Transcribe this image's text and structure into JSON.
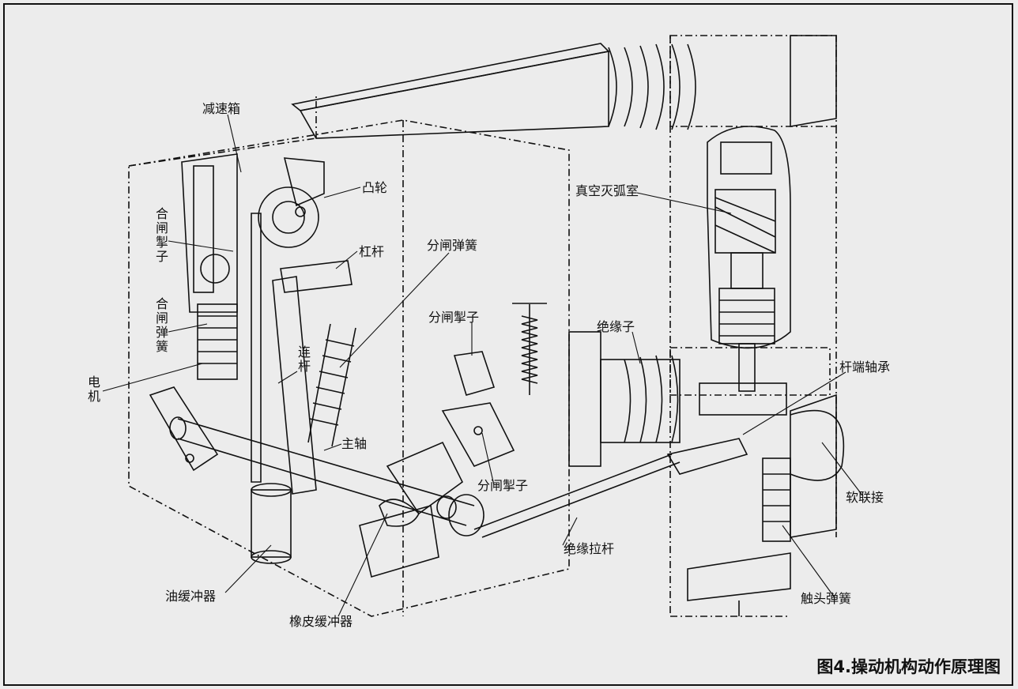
{
  "caption": "图4.操动机构动作原理图",
  "labels": {
    "reduction_box": "减速箱",
    "cam": "凸轮",
    "closing_latch": "合闸掣子",
    "lever": "杠杆",
    "opening_spring_top": "分闸弹簧",
    "closing_spring": "合闸弹簧",
    "connecting_rod": "连杆",
    "motor": "电机",
    "main_shaft": "主轴",
    "opening_latch_top": "分闸掣子",
    "opening_latch_bottom": "分闸掣子",
    "oil_buffer": "油缓冲器",
    "rubber_buffer": "橡皮缓冲器",
    "insulated_pull_rod": "绝缘拉杆",
    "vacuum_interrupter": "真空灭弧室",
    "insulator": "绝缘子",
    "rod_end_bearing": "杆端轴承",
    "flexible_connection": "软联接",
    "contact_spring": "触头弹簧"
  }
}
